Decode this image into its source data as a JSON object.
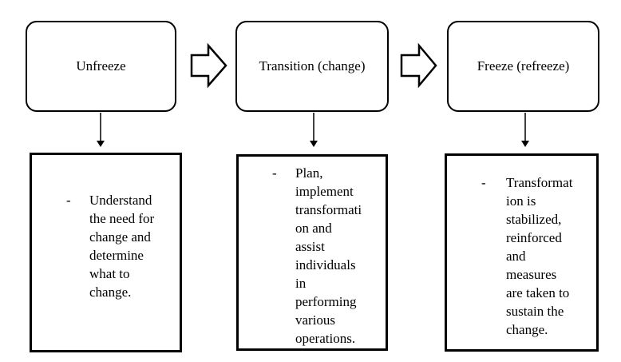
{
  "stages": [
    {
      "title": "Unfreeze",
      "bullet": "-",
      "description": "Understand\nthe need for\nchange and\ndetermine\nwhat to\nchange."
    },
    {
      "title": "Transition (change)",
      "bullet": "-",
      "description": "Plan,\nimplement\ntransformati\non and\nassist\nindividuals\nin\nperforming\nvarious\noperations."
    },
    {
      "title": "Freeze (refreeze)",
      "bullet": "-",
      "description": "Transformat\nion is\nstabilized,\nreinforced\nand\nmeasures\nare taken to\nsustain the\nchange."
    }
  ]
}
